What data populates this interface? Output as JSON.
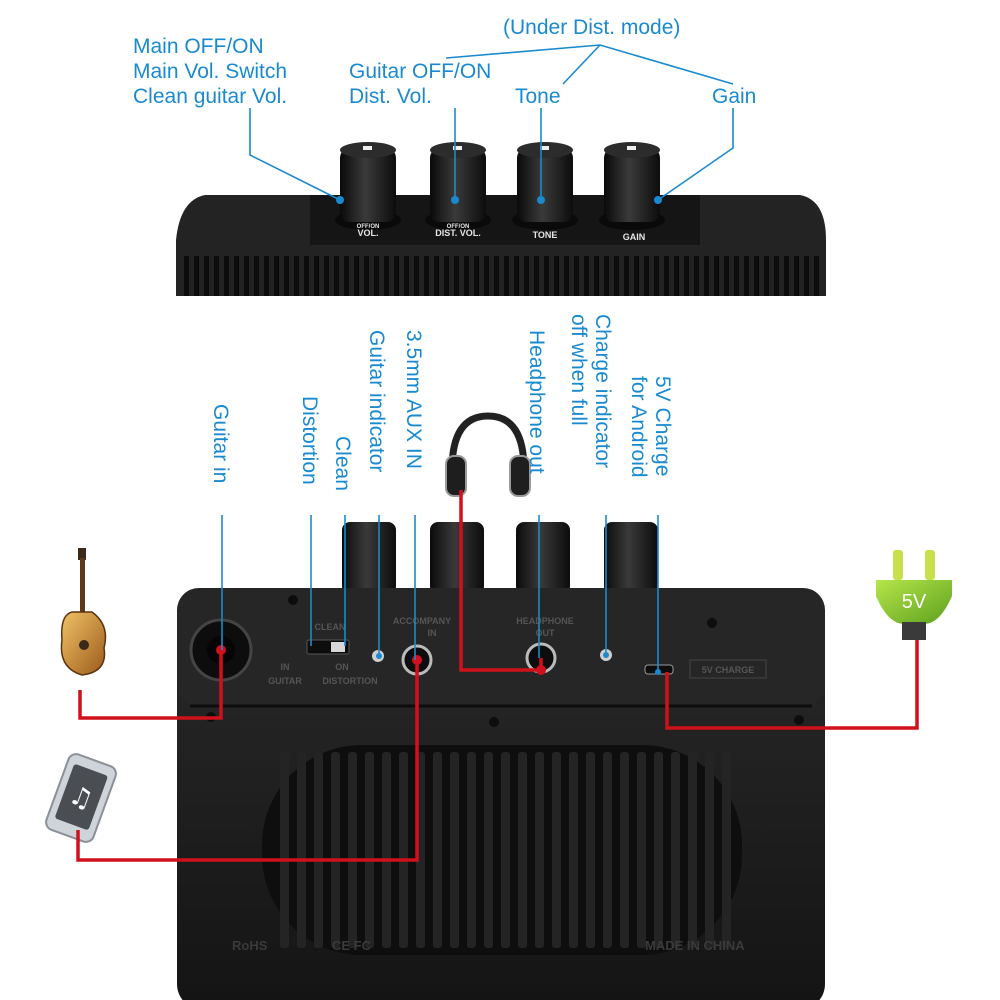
{
  "top_panel": {
    "knob_labels": [
      "VOL.",
      "DIST. VOL.",
      "TONE",
      "GAIN"
    ],
    "small_labels": [
      "OFF/ON",
      "OFF/ON"
    ]
  },
  "callouts_top": {
    "main_lines": [
      "Main OFF/ON",
      "Main Vol. Switch",
      "Clean guitar Vol."
    ],
    "guitar_lines": [
      "Guitar OFF/ON",
      "Dist. Vol."
    ],
    "tone": "Tone",
    "gain": "Gain",
    "dist_mode": "(Under Dist. mode)"
  },
  "callouts_front": {
    "guitar_in": "Guitar in",
    "distortion": "Distortion",
    "clean": "Clean",
    "guitar_indicator": "Guitar indicator",
    "aux_in": "3.5mm AUX IN",
    "headphone_out": "Headphone out",
    "charge_indicator_1": "Charge indicator",
    "charge_indicator_2": "off when full",
    "charge_5v_1": "5V Charge",
    "charge_5v_2": "for Android"
  },
  "plug_label": "5V",
  "front_panel_text": {
    "clean": "CLEAN",
    "in": "IN",
    "guitar": "GUITAR",
    "on": "ON",
    "distortion": "DISTORTION",
    "accompany": "ACCOMPANY",
    "aux_in": "IN",
    "headphone": "HEADPHONE",
    "out": "OUT",
    "charge": "5V CHARGE"
  },
  "stamps": {
    "rohs": "RoHS",
    "ce_fc": "CE FC",
    "made_in": "MADE IN CHINA"
  },
  "colors": {
    "callout_text": "#1a8ad0",
    "callout_line": "#1a8ad0",
    "cable": "#d0101a",
    "body": "#1c1c1c"
  }
}
